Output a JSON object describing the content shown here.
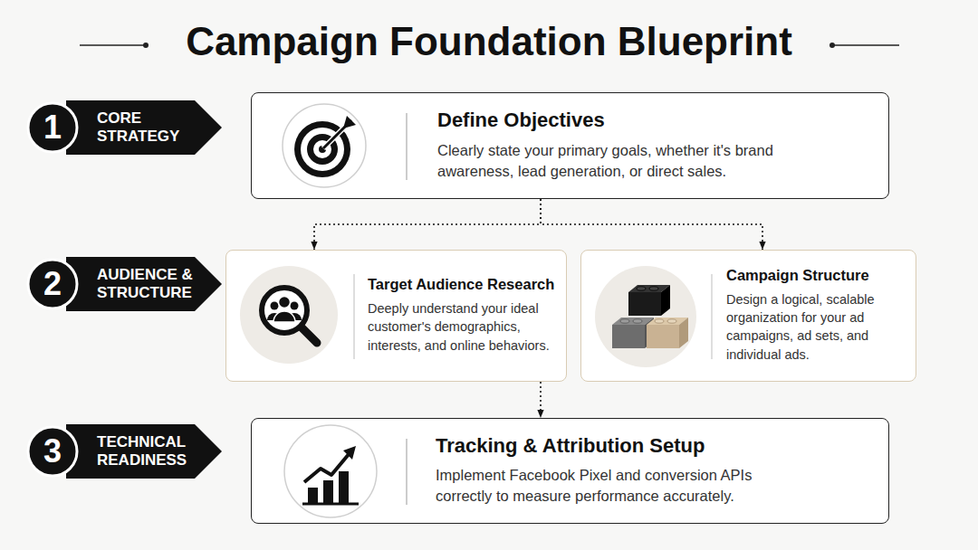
{
  "diagram": {
    "title": "Campaign Foundation Blueprint",
    "nodes": [
      {
        "text": [
          "1",
          "CORE STRATEGY"
        ]
      },
      {
        "text": [
          "Define Objectives",
          "Clearly state your primary goals, whether it's brand awareness, lead generation, or direct sales."
        ]
      },
      {
        "text": [
          "2",
          "AUDIENCE & STRUCTURE"
        ]
      },
      {
        "text": [
          "Target Audience Research",
          "Deeply understand your ideal customer's demographics, interests, and online behaviors."
        ]
      },
      {
        "text": [
          "Campaign Structure",
          "Design a logical, scalable organization for your ad campaigns, ad sets, and individual ads."
        ]
      },
      {
        "text": [
          "3",
          "TECHNICAL READINESS"
        ]
      },
      {
        "text": [
          "Tracking & Attribution Setup",
          "Implement Facebook Pixel and conversion APIs correctly to measure performance accurately."
        ]
      }
    ],
    "edges": [
      {
        "from": 1,
        "to": 3,
        "arrow": "to"
      },
      {
        "from": 1,
        "to": 4,
        "arrow": "to"
      },
      {
        "from": 3,
        "to": 6,
        "arrow": "to"
      }
    ]
  }
}
